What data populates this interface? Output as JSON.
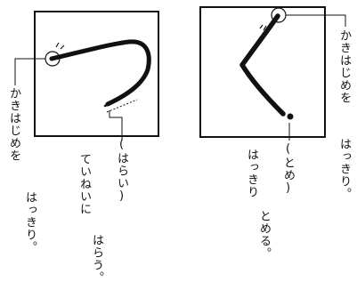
{
  "left_panel": {
    "start_note": "かきはじめを",
    "start_note_2": "はっきり。",
    "end_label": "(はらい)",
    "end_note": "ていねいに",
    "end_note_2": "はらう。"
  },
  "right_panel": {
    "start_note": "かきはじめを",
    "start_note_2": "はっきり。",
    "end_label": "(とめ)",
    "end_note": "はっきり",
    "end_note_2": "とめる。"
  }
}
